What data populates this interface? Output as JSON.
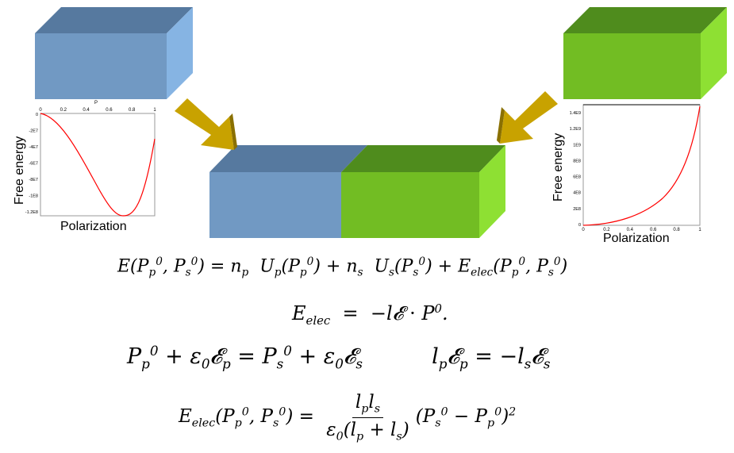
{
  "left_plot": {
    "x_axis_label": "Polarization",
    "y_axis_label": "Free energy",
    "top_axis_title": "P",
    "x_ticks": [
      "0",
      "0.2",
      "0.4",
      "0.6",
      "0.8",
      "1"
    ],
    "y_ticks": [
      "0",
      "-2E7",
      "-4E7",
      "-6E7",
      "-8E7",
      "-1E8",
      "-1.2E8"
    ]
  },
  "right_plot": {
    "x_axis_label": "Polarization",
    "y_axis_label": "Free energy",
    "x_ticks": [
      "0",
      "0.2",
      "0.4",
      "0.6",
      "0.8",
      "1"
    ],
    "y_ticks": [
      "1.4E9",
      "1.2E9",
      "1E9",
      "8E8",
      "6E8",
      "4E8",
      "2E8",
      "0"
    ]
  },
  "colors": {
    "blue_front": "#7199c3",
    "blue_top": "#56799f",
    "blue_side": "#86b4e3",
    "green_front": "#72bd23",
    "green_top": "#4f8c1d",
    "green_side": "#8ee033",
    "arrow": "#c8a200",
    "curve": "#ff0000"
  },
  "equations": {
    "eq1": {
      "text": "E(P_p^0, P_s^0) = n_p U_p(P_p^0) + n_s U_s(P_s^0) + E_elec(P_p^0, P_s^0)"
    },
    "eq2": {
      "text": "E_elec = −l𝓔 · P^0."
    },
    "eq3": {
      "text": "P_p^0 + ε_0 𝓔_p = P_s^0 + ε_0 𝓔_s     l_p 𝓔_p = −l_s 𝓔_s"
    },
    "eq4": {
      "text": "E_elec(P_p^0, P_s^0) = l_p l_s / (ε_0 (l_p + l_s)) (P_s^0 − P_p^0)^2"
    }
  }
}
